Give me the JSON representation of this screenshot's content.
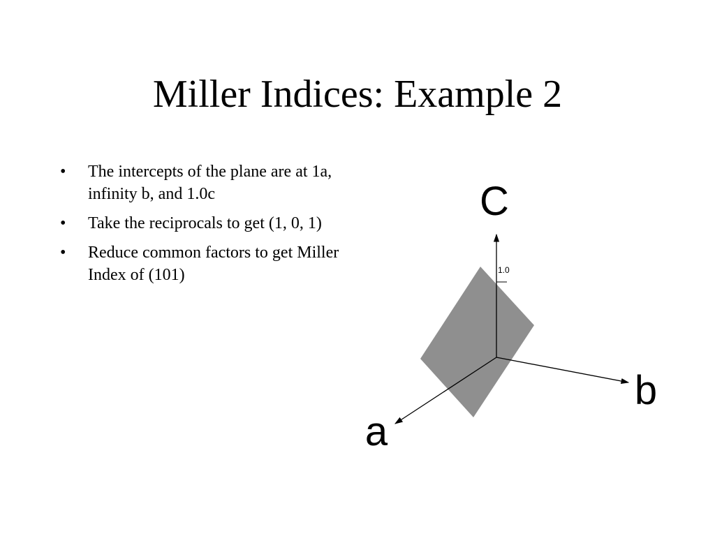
{
  "slide": {
    "title": "Miller Indices: Example 2",
    "bullets": [
      "The intercepts of the plane are at 1a, infinity b, and 1.0c",
      "Take the reciprocals to get (1, 0, 1)",
      "Reduce common factors to get Miller Index of (101)"
    ],
    "bullet_glyph": "•"
  },
  "diagram": {
    "axis_labels": {
      "a": "a",
      "b": "b",
      "c": "C"
    },
    "intercept_label": "1.0",
    "plane_color": "#8f8f8f",
    "axis_color": "#000000"
  }
}
